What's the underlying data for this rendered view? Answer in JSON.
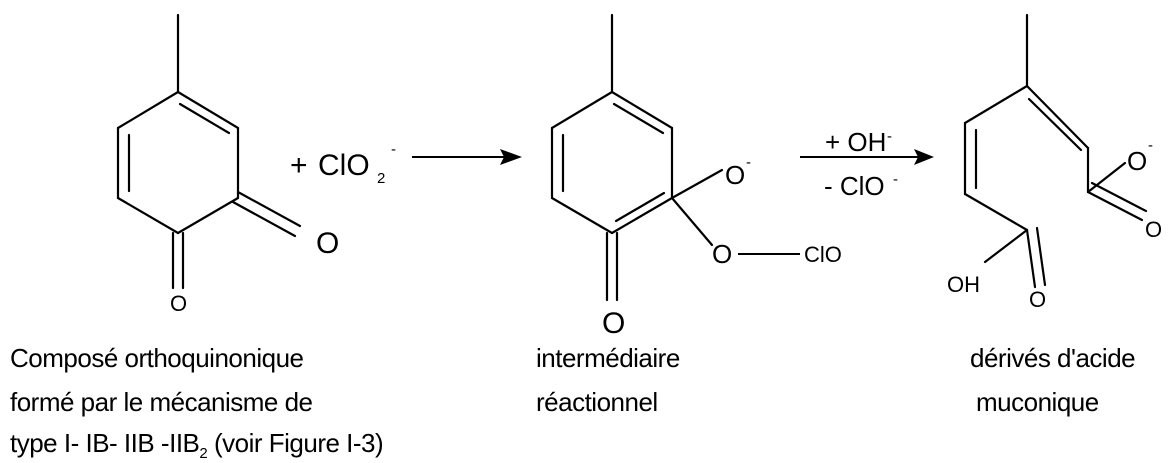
{
  "reactant": {
    "caption_lines": [
      "Composé orthoquinonique",
      "formé par le mécanisme de",
      "type I- IB- IIB -IIB",
      "2",
      " (voir Figure I-3)"
    ],
    "atom_O_lower": "O",
    "atom_O_right": "O"
  },
  "reagent": {
    "plus": "+",
    "formula": "ClO",
    "subscript": "2",
    "charge": "-"
  },
  "intermediate": {
    "caption_lines": [
      "intermédiaire",
      "réactionnel"
    ],
    "atom_O_minus": "O",
    "atom_O_minus_charge": "-",
    "atom_O_bridge": "O",
    "group_ClO": "ClO",
    "atom_O_carbonyl": "O"
  },
  "step2": {
    "above_arrow": "+ OH",
    "above_arrow_charge": "-",
    "below_arrow": "- ClO",
    "below_arrow_charge": "-"
  },
  "product": {
    "caption_lines": [
      "dérivés d'acide",
      "muconique"
    ],
    "atom_O_minus": "O",
    "atom_O_minus_charge": "-",
    "atom_O_carbonyl_right": "O",
    "group_OH": "OH",
    "atom_O_carbonyl_left": "O"
  }
}
